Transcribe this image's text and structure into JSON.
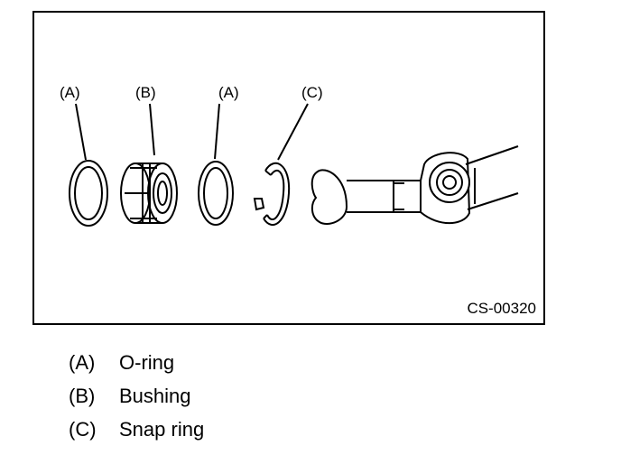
{
  "figure": {
    "code": "CS-00320",
    "callouts": {
      "a_left": "(A)",
      "b": "(B)",
      "a_right": "(A)",
      "c": "(C)"
    }
  },
  "legend": [
    {
      "key": "(A)",
      "text": "O-ring"
    },
    {
      "key": "(B)",
      "text": "Bushing"
    },
    {
      "key": "(C)",
      "text": "Snap ring"
    }
  ]
}
